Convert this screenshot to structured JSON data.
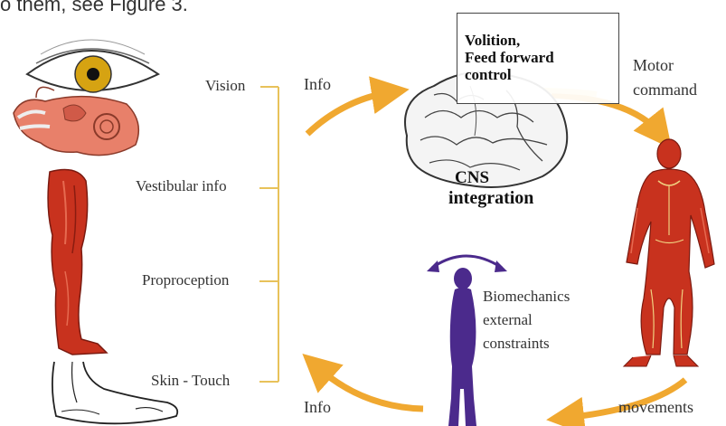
{
  "caption": "o them, see Figure 3.",
  "sensory": {
    "vision": "Vision",
    "vestibular": "Vestibular info",
    "proprioception": "Proproception",
    "skin": "Skin - Touch"
  },
  "flow": {
    "info_top": "Info",
    "info_bottom": "Info",
    "motor_line1": "Motor",
    "motor_line2": "command",
    "movements": "movements"
  },
  "volition": {
    "line1": "Volition,",
    "line2": "Feed forward",
    "line3": "control"
  },
  "cns": {
    "line1": "CNS",
    "line2": "integration"
  },
  "biomechanics": {
    "line1": "Biomechanics",
    "line2": "external",
    "line3": "constraints"
  },
  "colors": {
    "arrow": "#f0a830",
    "bracket": "#e8c25a",
    "muscle": "#c8321e",
    "silhouette": "#4b2a8c"
  }
}
